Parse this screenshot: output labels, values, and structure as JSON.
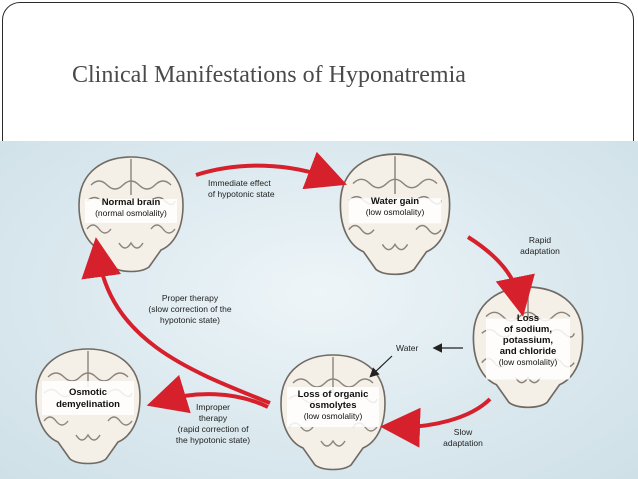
{
  "slide": {
    "title": "Clinical Manifestations of Hyponatremia"
  },
  "diagram": {
    "brains": {
      "normal": {
        "line1": "Normal brain",
        "line2": "(normal osmolality)"
      },
      "water_gain": {
        "line1": "Water gain",
        "line2": "(low osmolality)"
      },
      "loss_sodium": {
        "line1": "Loss",
        "line2": "of sodium,",
        "line3": "potassium,",
        "line4": "and chloride",
        "line5": "(low osmolality)"
      },
      "loss_organic": {
        "line1": "Loss of organic",
        "line2": "osmolytes",
        "line3": "(low osmolality)"
      },
      "osmotic": {
        "line1": "Osmotic",
        "line2": "demyelination"
      }
    },
    "arrows": {
      "immediate": {
        "line1": "Immediate effect",
        "line2": "of hypotonic state"
      },
      "rapid": {
        "line1": "Rapid",
        "line2": "adaptation"
      },
      "slow": {
        "line1": "Slow",
        "line2": "adaptation"
      },
      "proper": {
        "line1": "Proper therapy",
        "line2": "(slow correction of the",
        "line3": "hypotonic state)"
      },
      "improper": {
        "line1": "Improper",
        "line2": "therapy",
        "line3": "(rapid correction of",
        "line4": "the hypotonic state)"
      },
      "water": {
        "label": "Water"
      }
    },
    "colors": {
      "arrow_red": "#d6202c",
      "brain_fill": "#f4efe7",
      "brain_fold": "#8a847c",
      "label_box": "#ffffff"
    }
  }
}
